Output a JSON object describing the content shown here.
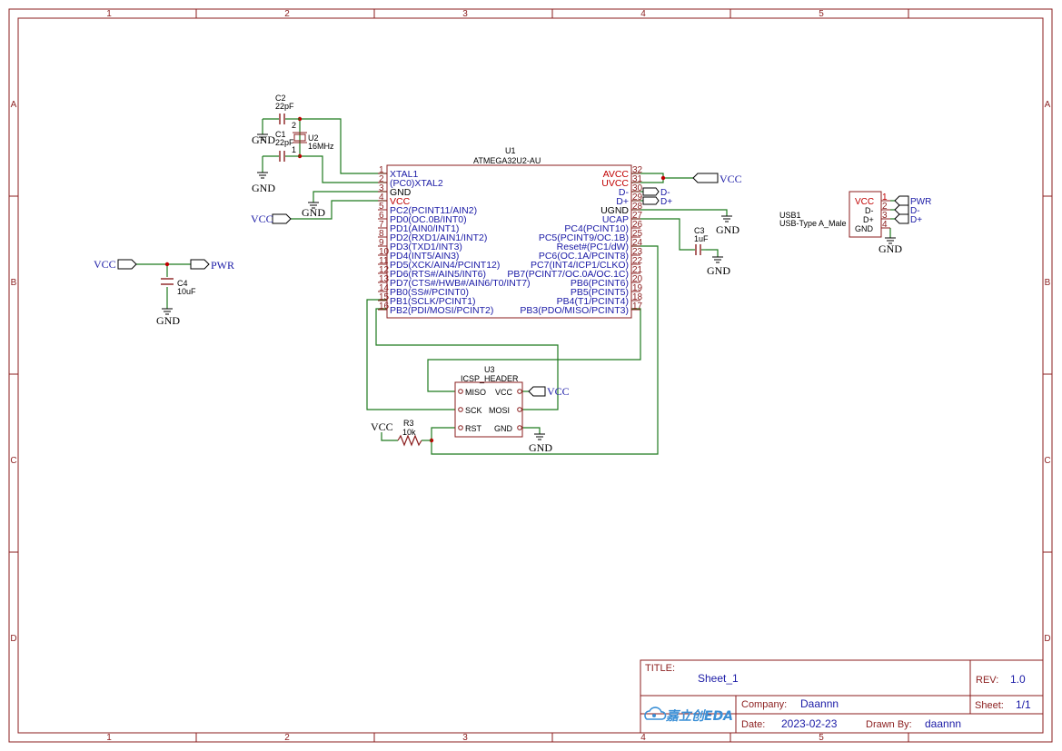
{
  "frame": {
    "columns": [
      "1",
      "2",
      "3",
      "4",
      "5"
    ],
    "rows": [
      "A",
      "B",
      "C",
      "D"
    ]
  },
  "title_block": {
    "title_label": "TITLE:",
    "title": "Sheet_1",
    "rev_label": "REV:",
    "rev": "1.0",
    "company_label": "Company:",
    "company": "Daannn",
    "sheet_label": "Sheet:",
    "sheet": "1/1",
    "date_label": "Date:",
    "date": "2023-02-23",
    "drawn_label": "Drawn By:",
    "drawn": "daannn",
    "logo_text": "嘉立创EDA"
  },
  "components": {
    "u1": {
      "ref": "U1",
      "value": "ATMEGA32U2-AU",
      "left_pins": [
        {
          "num": "1",
          "name": "XTAL1",
          "color": "blue"
        },
        {
          "num": "2",
          "name": "(PC0)XTAL2",
          "color": "blue"
        },
        {
          "num": "3",
          "name": "GND",
          "color": "black"
        },
        {
          "num": "4",
          "name": "VCC",
          "color": "red"
        },
        {
          "num": "5",
          "name": "PC2(PCINT11/AIN2)",
          "color": "blue"
        },
        {
          "num": "6",
          "name": "PD0(OC.0B/INT0)",
          "color": "blue"
        },
        {
          "num": "7",
          "name": "PD1(AIN0/INT1)",
          "color": "blue"
        },
        {
          "num": "8",
          "name": "PD2(RXD1/AIN1/INT2)",
          "color": "blue"
        },
        {
          "num": "9",
          "name": "PD3(TXD1/INT3)",
          "color": "blue"
        },
        {
          "num": "10",
          "name": "PD4(INT5/AIN3)",
          "color": "blue"
        },
        {
          "num": "11",
          "name": "PD5(XCK/AIN4/PCINT12)",
          "color": "blue"
        },
        {
          "num": "12",
          "name": "PD6(RTS#/AIN5/INT6)",
          "color": "blue"
        },
        {
          "num": "13",
          "name": "PD7(CTS#/HWB#/AIN6/T0/INT7)",
          "color": "blue"
        },
        {
          "num": "14",
          "name": "PB0(SS#/PCINT0)",
          "color": "blue"
        },
        {
          "num": "15",
          "name": "PB1(SCLK/PCINT1)",
          "color": "blue"
        },
        {
          "num": "16",
          "name": "PB2(PDI/MOSI/PCINT2)",
          "color": "blue"
        }
      ],
      "right_pins": [
        {
          "num": "32",
          "name": "AVCC",
          "color": "red"
        },
        {
          "num": "31",
          "name": "UVCC",
          "color": "red"
        },
        {
          "num": "30",
          "name": "D-",
          "color": "blue"
        },
        {
          "num": "29",
          "name": "D+",
          "color": "blue"
        },
        {
          "num": "28",
          "name": "UGND",
          "color": "black"
        },
        {
          "num": "27",
          "name": "UCAP",
          "color": "blue"
        },
        {
          "num": "26",
          "name": "PC4(PCINT10)",
          "color": "blue"
        },
        {
          "num": "25",
          "name": "PC5(PCINT9/OC.1B)",
          "color": "blue"
        },
        {
          "num": "24",
          "name": "Reset#(PC1/dW)",
          "color": "blue"
        },
        {
          "num": "23",
          "name": "PC6(OC.1A/PCINT8)",
          "color": "blue"
        },
        {
          "num": "22",
          "name": "PC7(INT4/ICP1/CLKO)",
          "color": "blue"
        },
        {
          "num": "21",
          "name": "PB7(PCINT7/OC.0A/OC.1C)",
          "color": "blue"
        },
        {
          "num": "20",
          "name": "PB6(PCINT6)",
          "color": "blue"
        },
        {
          "num": "19",
          "name": "PB5(PCINT5)",
          "color": "blue"
        },
        {
          "num": "18",
          "name": "PB4(T1/PCINT4)",
          "color": "blue"
        },
        {
          "num": "17",
          "name": "PB3(PDO/MISO/PCINT3)",
          "color": "blue"
        }
      ]
    },
    "u2": {
      "ref": "U2",
      "value": "16MHz",
      "pin2": "2",
      "pin1": "1"
    },
    "c1": {
      "ref": "C1",
      "value": "22pF"
    },
    "c2": {
      "ref": "C2",
      "value": "22pF"
    },
    "c3": {
      "ref": "C3",
      "value": "1uF"
    },
    "c4": {
      "ref": "C4",
      "value": "10uF"
    },
    "r3": {
      "ref": "R3",
      "value": "10k"
    },
    "u3": {
      "ref": "U3",
      "value": "ICSP_HEADER",
      "pins": {
        "miso": "MISO",
        "vcc": "VCC",
        "sck": "SCK",
        "mosi": "MOSI",
        "rst": "RST",
        "gnd": "GND"
      }
    },
    "usb1": {
      "ref": "USB1",
      "value": "USB-Type A_Male",
      "pins": [
        {
          "num": "1",
          "name": "VCC"
        },
        {
          "num": "2",
          "name": "D-"
        },
        {
          "num": "3",
          "name": "D+"
        },
        {
          "num": "4",
          "name": "GND"
        }
      ]
    }
  },
  "nets": {
    "gnd": "GND",
    "vcc": "VCC",
    "pwr": "PWR",
    "dminus": "D-",
    "dplus": "D+"
  },
  "colors": {
    "frame": "#8b1e1e",
    "wire": "#1f7a1f",
    "net_label": "#1a1aa6",
    "power_pin": "#c00000"
  }
}
